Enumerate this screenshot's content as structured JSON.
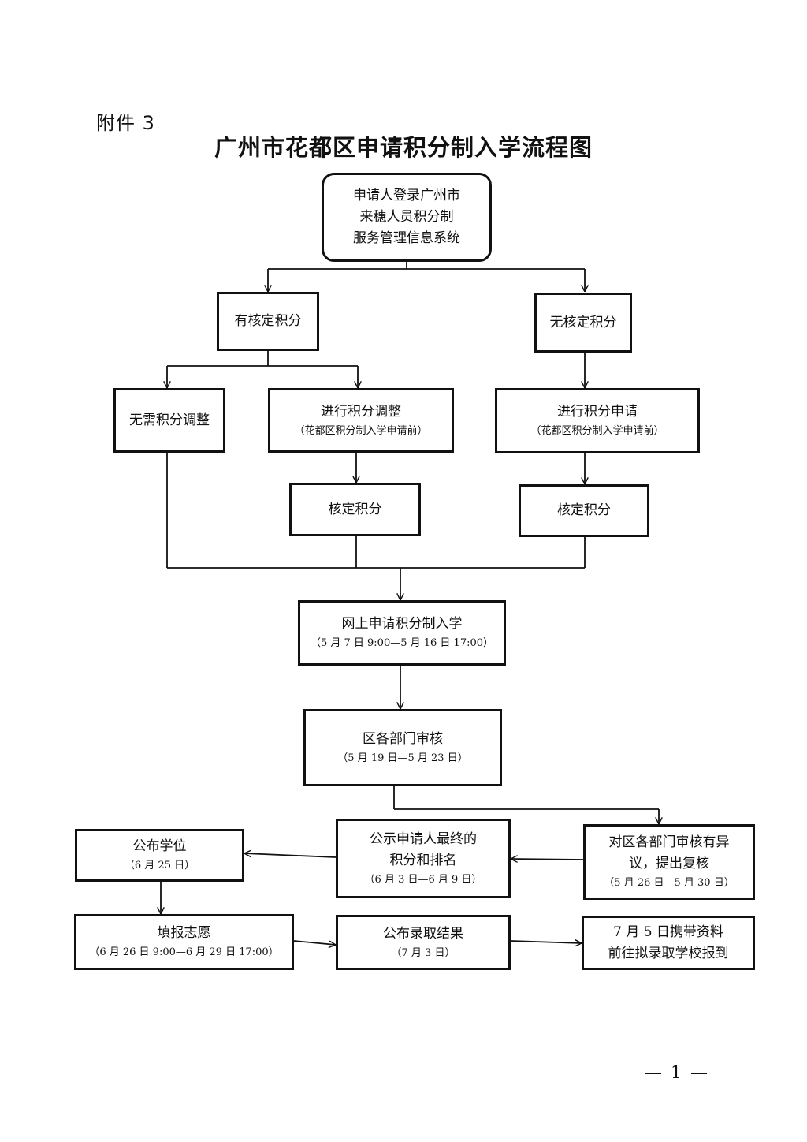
{
  "header": {
    "attachment_label": "附件 3",
    "title": "广州市花都区申请积分制入学流程图"
  },
  "nodes": {
    "login": [
      "申请人登录广州市",
      "来穗人员积分制",
      "服务管理信息系统"
    ],
    "has_score": "有核定积分",
    "no_score": "无核定积分",
    "no_adjust": "无需积分调整",
    "adjust": {
      "label": "进行积分调整",
      "note": "（花都区积分制入学申请前）"
    },
    "apply_score": {
      "label": "进行积分申请",
      "note": "（花都区积分制入学申请前）"
    },
    "verify_left": "核定积分",
    "verify_right": "核定积分",
    "online_apply": {
      "label": "网上申请积分制入学",
      "date": "（5 月 7 日 9:00—5 月 16 日 17:00）"
    },
    "dept_review": {
      "label": "区各部门审核",
      "date": "（5 月 19 日—5 月 23 日）"
    },
    "objection": {
      "lines": [
        "对区各部门审核有异",
        "议，提出复核"
      ],
      "date": "（5 月 26 日—5 月 30 日）"
    },
    "publicize": {
      "lines": [
        "公示申请人最终的",
        "积分和排名"
      ],
      "date": "（6 月 3 日—6 月 9 日）"
    },
    "publish_seats": {
      "label": "公布学位",
      "date": "（6 月 25 日）"
    },
    "fill_choices": {
      "label": "填报志愿",
      "date": "（6 月 26 日 9:00—6 月 29 日 17:00）"
    },
    "publish_results": {
      "label": "公布录取结果",
      "date": "（7 月 3 日）"
    },
    "report": {
      "lines": [
        "7 月 5 日携带资料",
        "前往拟录取学校报到"
      ]
    }
  },
  "footer": {
    "page_number": "— 1 —"
  }
}
